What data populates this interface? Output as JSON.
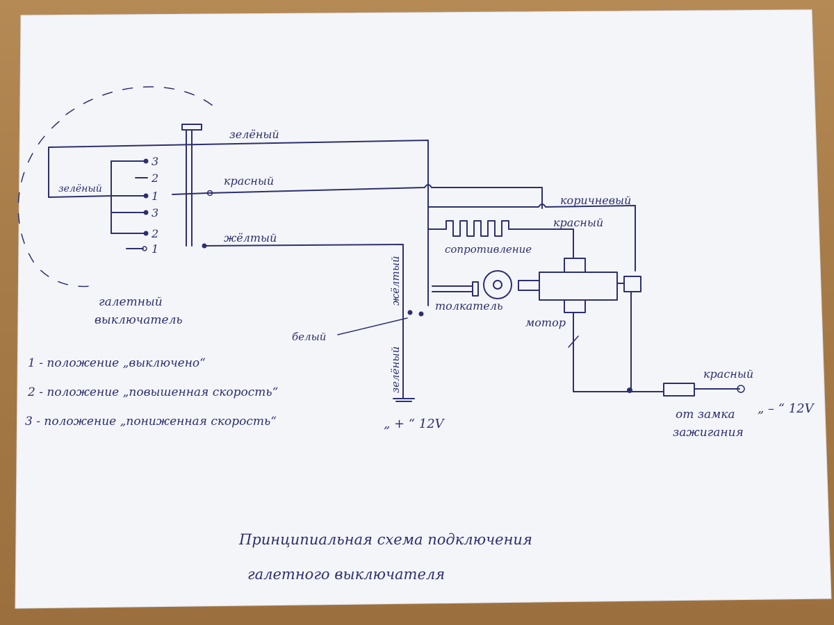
{
  "labels": {
    "green_top": "зелёный",
    "green_left": "зелёный",
    "red_switch": "красный",
    "yellow": "жёлтый",
    "brown": "коричневый",
    "red_motor": "красный",
    "resistance": "сопротивление",
    "yellow_vertical": "жёлтый",
    "green_vertical": "зелёный",
    "white": "белый",
    "pusher": "толкатель",
    "motor": "мотор",
    "red_ignition": "красный",
    "from_lock_1": "от замка",
    "from_lock_2": "зажигания",
    "minus_12v": "„ – “ 12V",
    "plus_12v": "„ + “ 12V",
    "switch_name_1": "галетный",
    "switch_name_2": "выключатель"
  },
  "contacts": [
    "3",
    "2",
    "1",
    "3",
    "2",
    "1"
  ],
  "legend": [
    "1 - положение „выключено“",
    "2 - положение „повышенная скорость“",
    "3 - положение „пониженная скорость“"
  ],
  "title_line1": "Принципиальная схема подключения",
  "title_line2": "галетного выключателя"
}
